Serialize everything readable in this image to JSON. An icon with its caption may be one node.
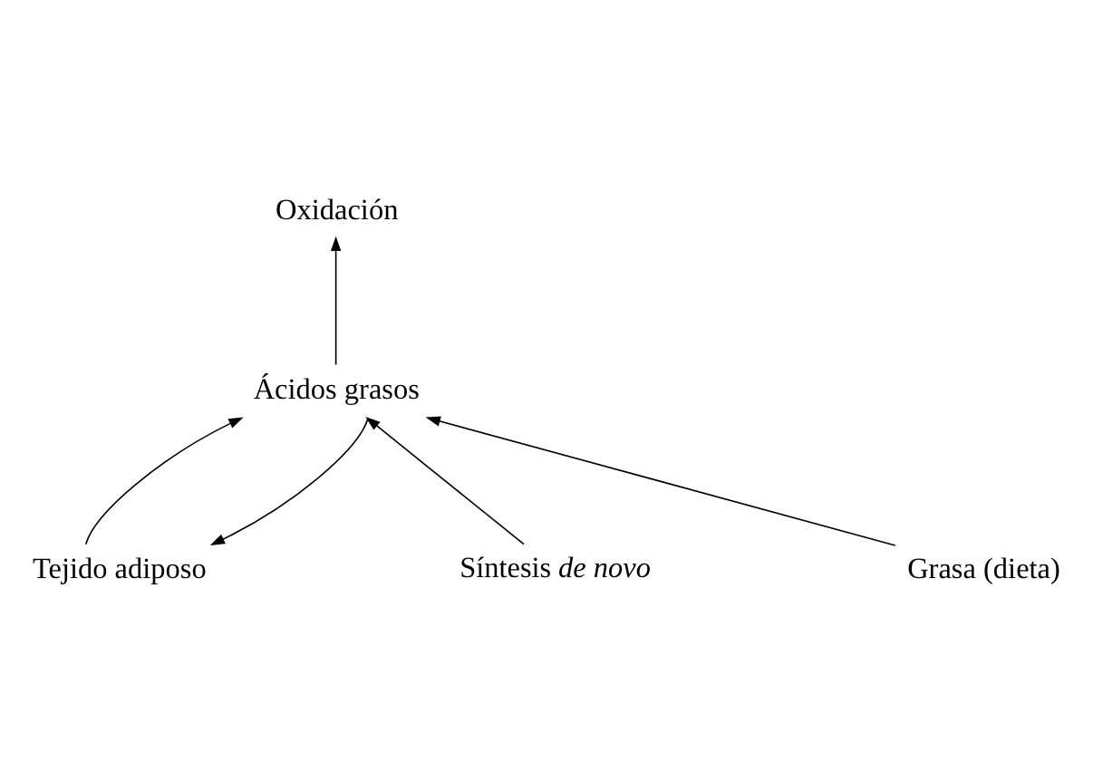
{
  "diagram": {
    "nodes": [
      {
        "text": [
          "Tejido adiposo"
        ]
      },
      {
        "text": [
          "Oxidación"
        ]
      },
      {
        "text": [
          "Ácidos grasos"
        ]
      },
      {
        "text": [
          "Síntesis *de novo*"
        ]
      },
      {
        "text": [
          "Grasa (dieta)"
        ]
      }
    ],
    "edges": [
      {
        "from": 2,
        "to": 0,
        "arrow": "to"
      },
      {
        "from": 0,
        "to": 2,
        "arrow": "to"
      },
      {
        "from": 2,
        "to": 1,
        "arrow": "to"
      },
      {
        "from": 3,
        "to": 2,
        "arrow": "to"
      },
      {
        "from": 4,
        "to": 2,
        "arrow": "to"
      }
    ]
  }
}
